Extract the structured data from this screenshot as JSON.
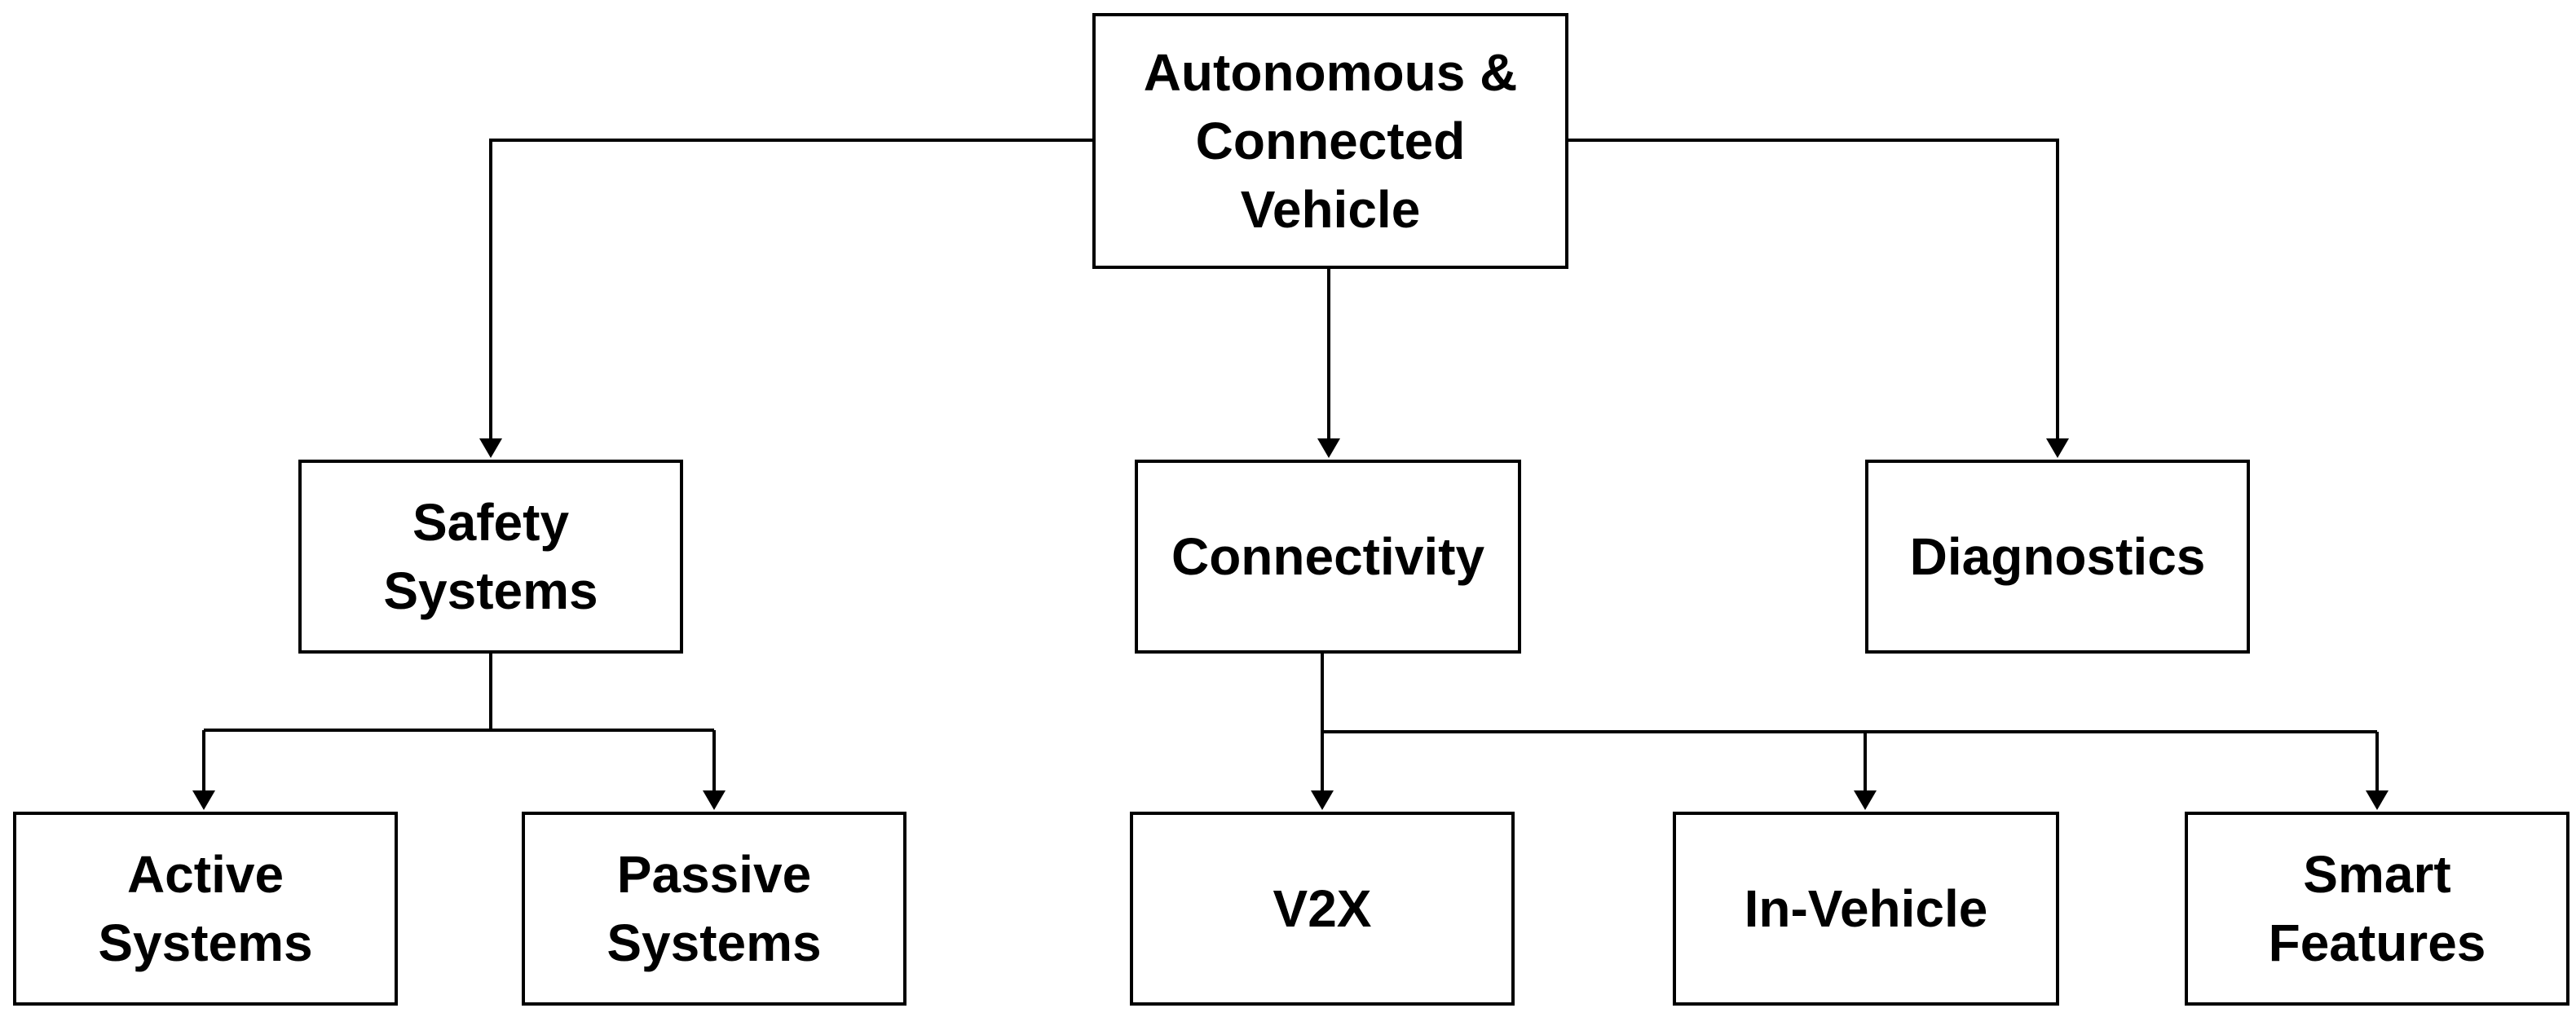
{
  "diagram": {
    "root": {
      "label": "Autonomous &\nConnected\nVehicle"
    },
    "level1": {
      "safety": {
        "label": "Safety\nSystems"
      },
      "connectivity": {
        "label": "Connectivity"
      },
      "diagnostics": {
        "label": "Diagnostics"
      }
    },
    "level2": {
      "active": {
        "label": "Active\nSystems"
      },
      "passive": {
        "label": "Passive\nSystems"
      },
      "v2x": {
        "label": "V2X"
      },
      "invehicle": {
        "label": "In-Vehicle"
      },
      "smart": {
        "label": "Smart\nFeatures"
      }
    },
    "edges": [
      {
        "from": "Autonomous & Connected Vehicle",
        "to": "Safety Systems"
      },
      {
        "from": "Autonomous & Connected Vehicle",
        "to": "Connectivity"
      },
      {
        "from": "Autonomous & Connected Vehicle",
        "to": "Diagnostics"
      },
      {
        "from": "Safety Systems",
        "to": "Active Systems"
      },
      {
        "from": "Safety Systems",
        "to": "Passive Systems"
      },
      {
        "from": "Connectivity",
        "to": "V2X"
      },
      {
        "from": "Connectivity",
        "to": "In-Vehicle"
      },
      {
        "from": "Connectivity",
        "to": "Smart Features"
      }
    ],
    "colors": {
      "stroke": "#000000",
      "fill": "#ffffff",
      "text": "#000000"
    }
  }
}
